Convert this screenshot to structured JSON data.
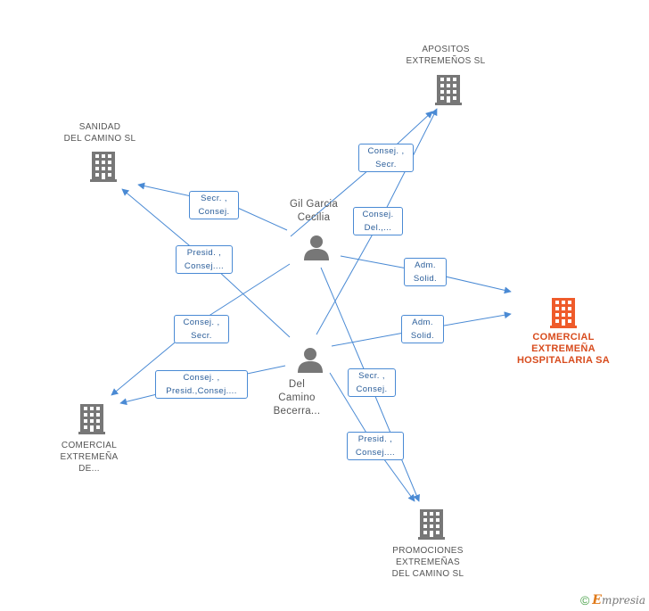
{
  "colors": {
    "edge": "#4a8ad4",
    "node": "#777777",
    "focus": "#ef5b2b"
  },
  "companies": {
    "apositos": {
      "lines": [
        "APOSITOS",
        "EXTREMEÑOS SL"
      ],
      "icon": "building-icon"
    },
    "sanidad": {
      "lines": [
        "SANIDAD",
        "DEL CAMINO SL"
      ],
      "icon": "building-icon"
    },
    "comercial_hosp": {
      "lines": [
        "COMERCIAL",
        "EXTREMEÑA",
        "HOSPITALARIA SA"
      ],
      "icon": "building-icon"
    },
    "comercial_de": {
      "lines": [
        "COMERCIAL",
        "EXTREMEÑA",
        "DE..."
      ],
      "icon": "building-icon"
    },
    "promociones": {
      "lines": [
        "PROMOCIONES",
        "EXTREMEÑAS",
        "DEL CAMINO SL"
      ],
      "icon": "building-icon"
    }
  },
  "people": {
    "gil": {
      "lines": [
        "Gil Garcia",
        "Cecilia"
      ],
      "icon": "person-icon"
    },
    "del": {
      "lines": [
        "Del",
        "Camino",
        "Becerra..."
      ],
      "icon": "person-icon"
    }
  },
  "relations": [
    {
      "id": "r1",
      "lines": [
        "Consej. ,",
        "Secr."
      ]
    },
    {
      "id": "r2",
      "lines": [
        "Consej.",
        "Del.,..."
      ]
    },
    {
      "id": "r3",
      "lines": [
        "Secr. ,",
        "Consej."
      ]
    },
    {
      "id": "r4",
      "lines": [
        "Presid. ,",
        "Consej...."
      ]
    },
    {
      "id": "r5",
      "lines": [
        "Adm.",
        "Solid."
      ]
    },
    {
      "id": "r6",
      "lines": [
        "Consej. ,",
        "Secr."
      ]
    },
    {
      "id": "r7",
      "lines": [
        "Adm.",
        "Solid."
      ]
    },
    {
      "id": "r8",
      "lines": [
        "Consej. ,",
        "Presid.,Consej...."
      ]
    },
    {
      "id": "r9",
      "lines": [
        "Secr. ,",
        "Consej."
      ]
    },
    {
      "id": "r10",
      "lines": [
        "Presid. ,",
        "Consej...."
      ]
    }
  ],
  "footer": {
    "copyright": "©",
    "brand_initial": "E",
    "brand_rest": "mpresia"
  }
}
